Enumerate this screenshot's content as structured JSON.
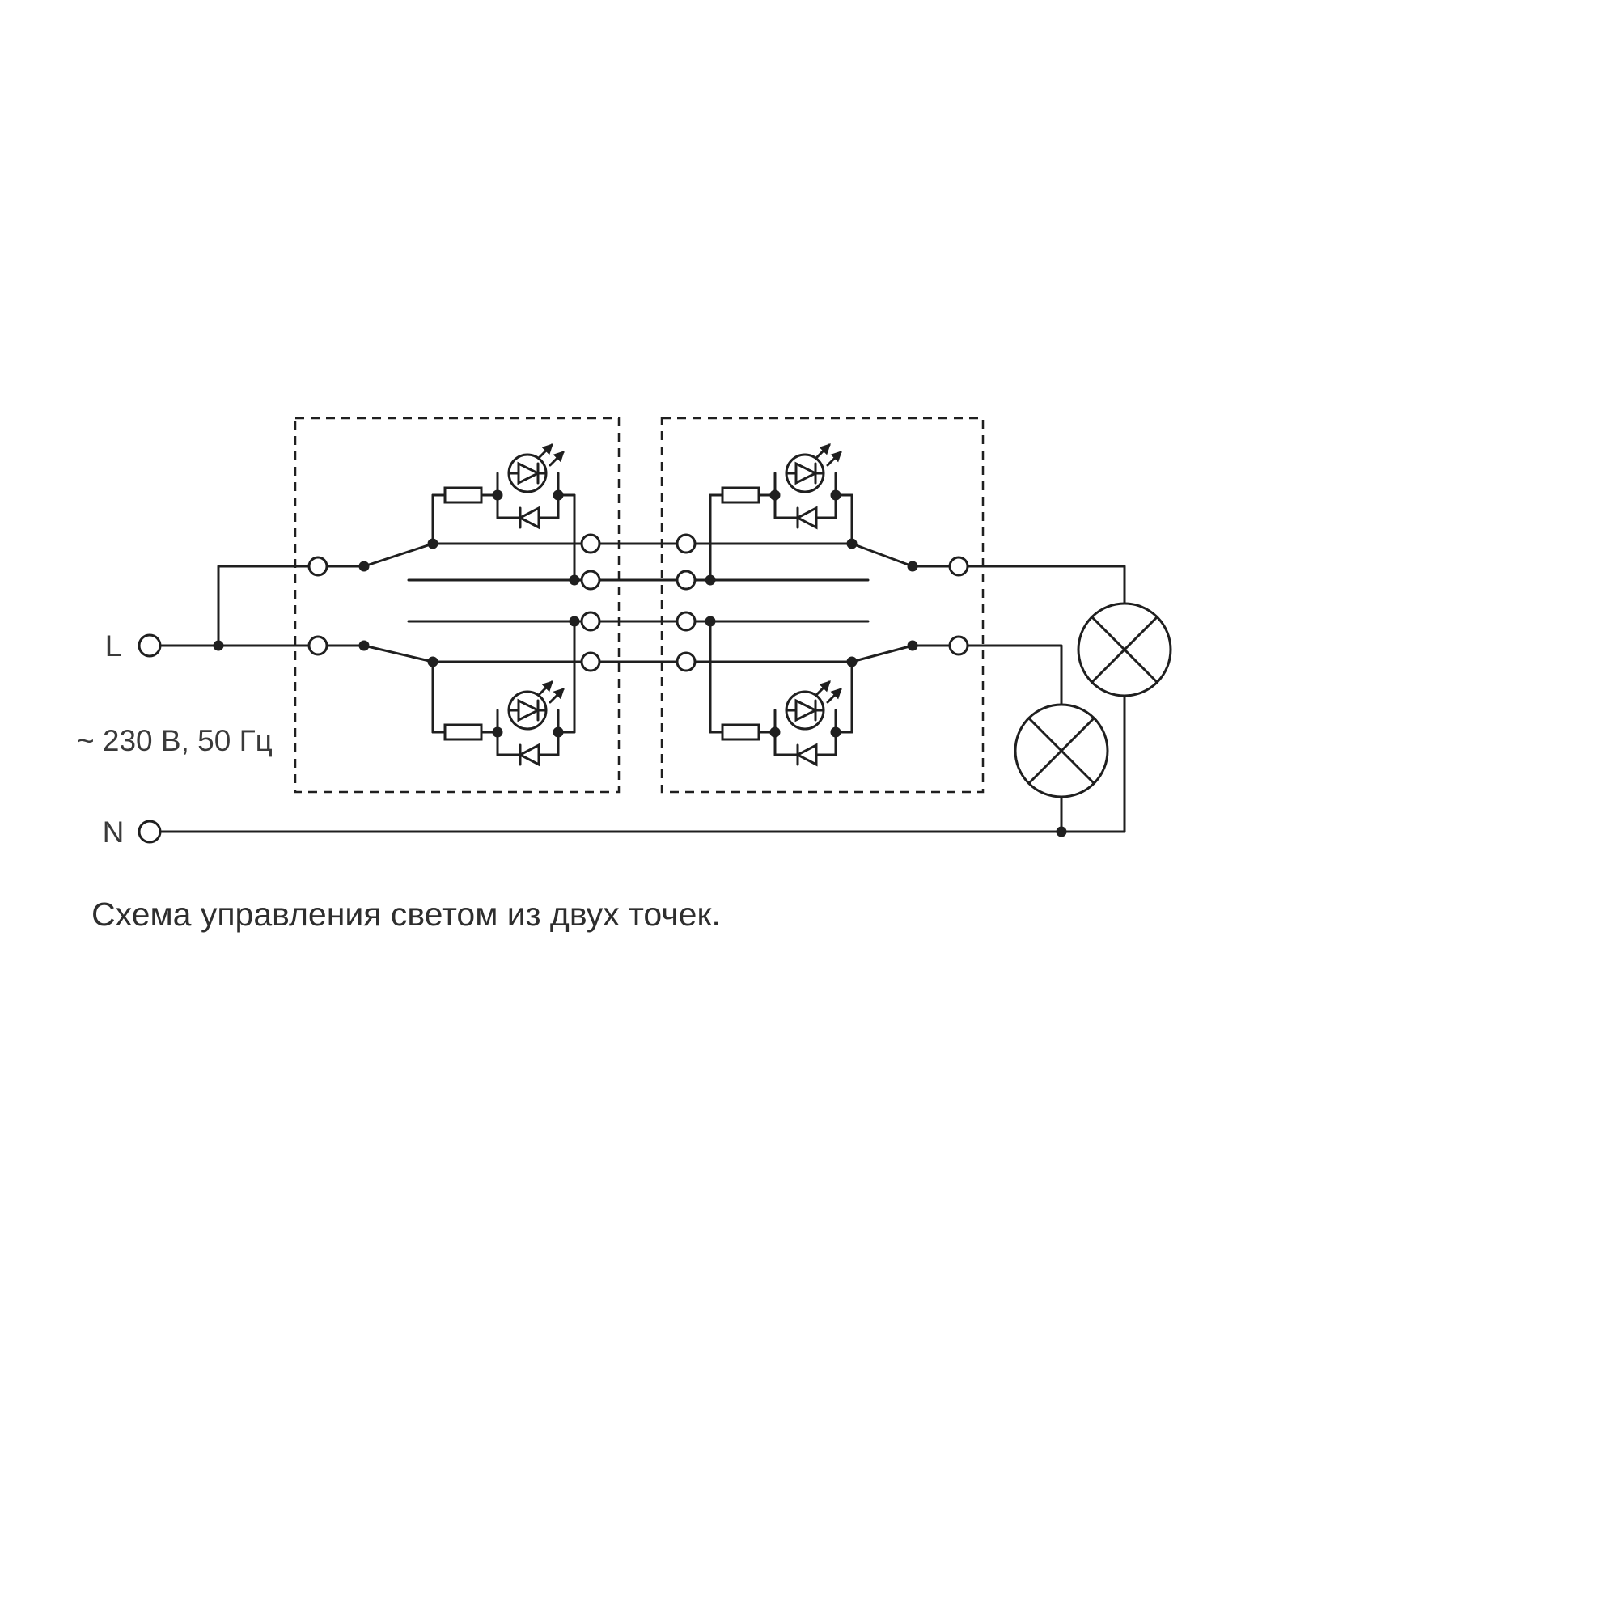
{
  "labels": {
    "line_terminal": "L",
    "neutral_terminal": "N",
    "supply_rating": "~ 230 В, 50 Гц"
  },
  "caption": "Схема управления светом из двух точек.",
  "colors": {
    "wire": "#1f1f1f",
    "text": "#3a3a3a",
    "background": "#ffffff"
  },
  "components": {
    "switch_enclosures": 2,
    "lamps": 2,
    "led_indicators": 4
  }
}
